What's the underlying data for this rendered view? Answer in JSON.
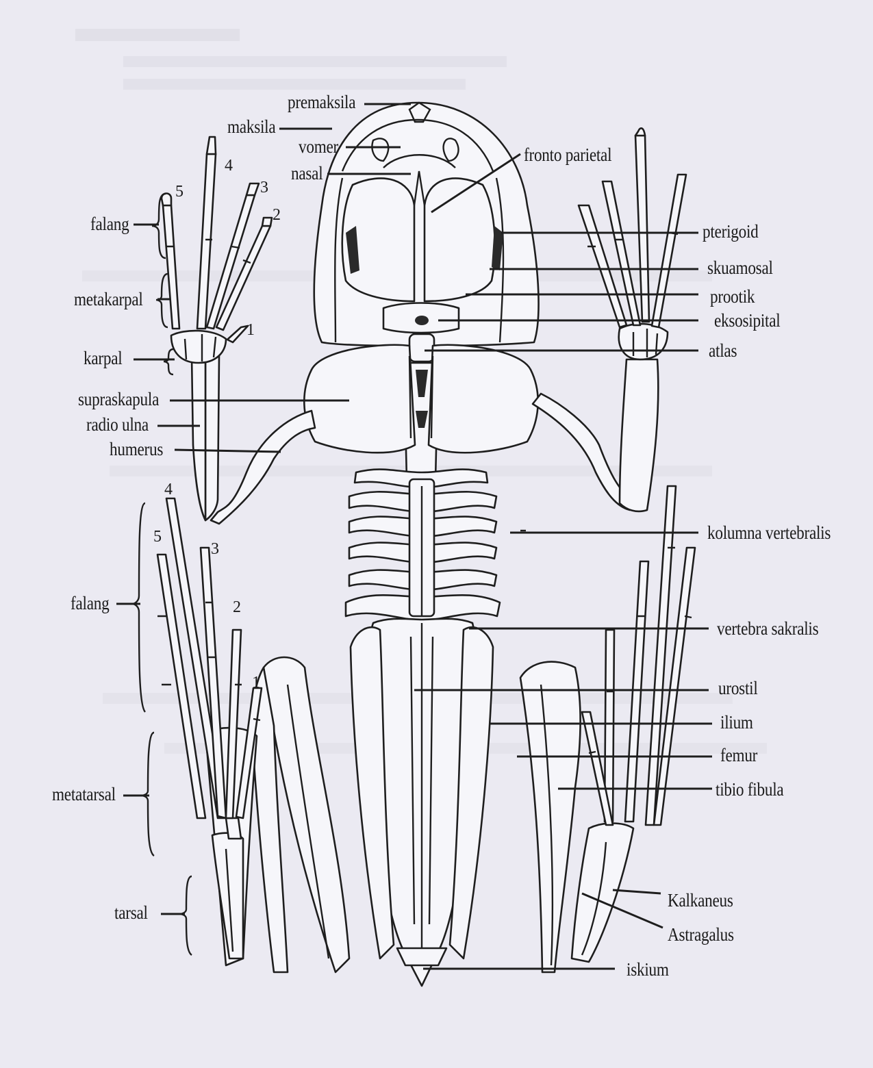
{
  "labels": {
    "premaksila": "premaksila",
    "maksila": "maksila",
    "vomer": "vomer",
    "nasal": "nasal",
    "fronto_parietal": "fronto parietal",
    "pterigoid": "pterigoid",
    "skuamosal": "skuamosal",
    "prootik": "prootik",
    "eksosipital": "eksosipital",
    "atlas": "atlas",
    "falang_fore": "falang",
    "metakarpal": "metakarpal",
    "karpal": "karpal",
    "supraskapula": "supraskapula",
    "radio_ulna": "radio  ulna",
    "humerus": "humerus",
    "kolumna_vertebralis": "kolumna  vertebralis",
    "falang_hind": "falang",
    "vertebra_sakralis": "vertebra  sakralis",
    "urostil": "urostil",
    "ilium": "ilium",
    "femur": "femur",
    "tibio_fibula": "tibio  fibula",
    "metatarsal": "metatarsal",
    "kalkaneus": "Kalkaneus",
    "astragalus": "Astragalus",
    "tarsal": "tarsal",
    "iskium": "iskium"
  },
  "digit_numbers": {
    "fore": [
      "1",
      "2",
      "3",
      "4",
      "5"
    ],
    "hind": [
      "1",
      "2",
      "3",
      "4",
      "5"
    ]
  }
}
